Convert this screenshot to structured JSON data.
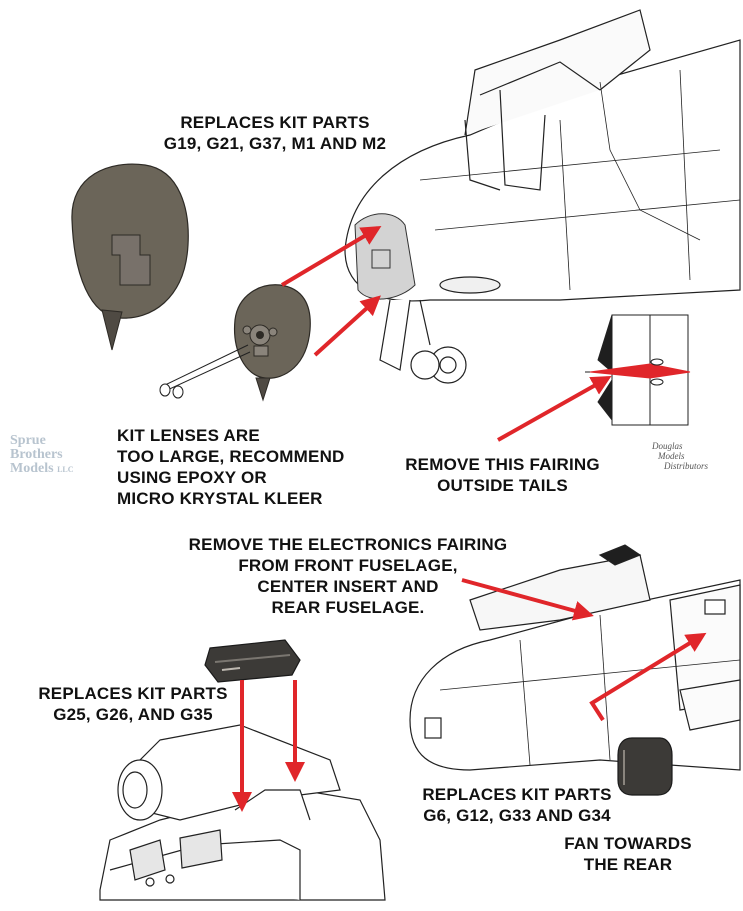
{
  "labels": {
    "top_replaces": [
      "REPLACES KIT PARTS",
      "G19, G21, G37, M1 AND M2"
    ],
    "kit_lenses": [
      "KIT LENSES ARE",
      "TOO LARGE, RECOMMEND",
      "USING EPOXY OR",
      "MICRO KRYSTAL KLEER"
    ],
    "remove_fairing": [
      "REMOVE THIS FAIRING",
      "OUTSIDE TAILS"
    ],
    "electronics": [
      "REMOVE THE ELECTRONICS FAIRING",
      "FROM FRONT FUSELAGE,",
      "CENTER INSERT AND",
      "REAR FUSELAGE."
    ],
    "replaces_left": [
      "REPLACES KIT PARTS",
      "G25, G26, AND G35"
    ],
    "replaces_right": [
      "REPLACES KIT PARTS",
      "G6, G12, G33 AND G34"
    ],
    "fan": [
      "FAN TOWARDS",
      "THE REAR"
    ]
  },
  "watermark": {
    "spruce": [
      "Sprue",
      "Brothers",
      "Models"
    ],
    "llc": "LLC",
    "douglas": [
      "Douglas",
      "Models",
      "Distributors"
    ]
  },
  "colors": {
    "arrow": "#e0262a",
    "part": "#6b6559",
    "text": "#111111"
  }
}
